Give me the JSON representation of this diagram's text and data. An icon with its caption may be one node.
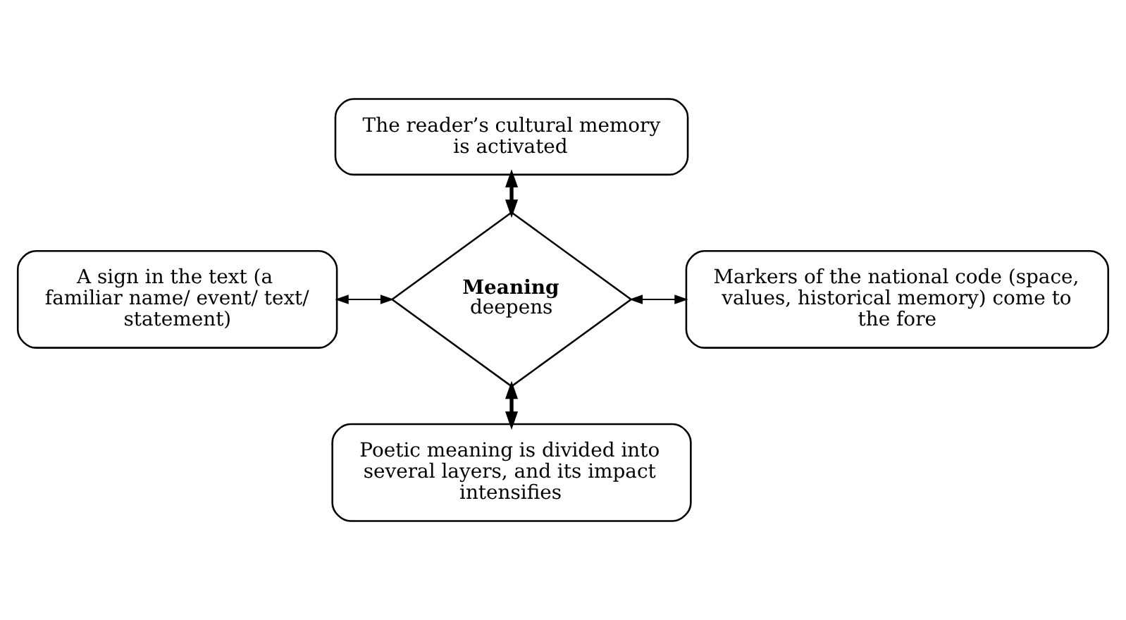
{
  "diagram": {
    "nodes": [
      {
        "text": [
          "The reader’s cultural memory is activated"
        ]
      },
      {
        "text": [
          "A sign in the text (a familiar name/ event/ text/ statement)"
        ]
      },
      {
        "text": [
          "Meaning",
          "deepens"
        ]
      },
      {
        "text": [
          "Markers of the national code (space, values, historical memory) come to the fore"
        ]
      },
      {
        "text": [
          "Poetic meaning is divided into several layers, and its impact intensifies"
        ]
      }
    ],
    "edges": [
      {
        "from": 0,
        "to": 2,
        "arrow": "both",
        "style": "thick"
      },
      {
        "from": 1,
        "to": 2,
        "arrow": "both"
      },
      {
        "from": 2,
        "to": 3,
        "arrow": "both"
      },
      {
        "from": 2,
        "to": 4,
        "arrow": "both",
        "style": "thick"
      }
    ]
  }
}
